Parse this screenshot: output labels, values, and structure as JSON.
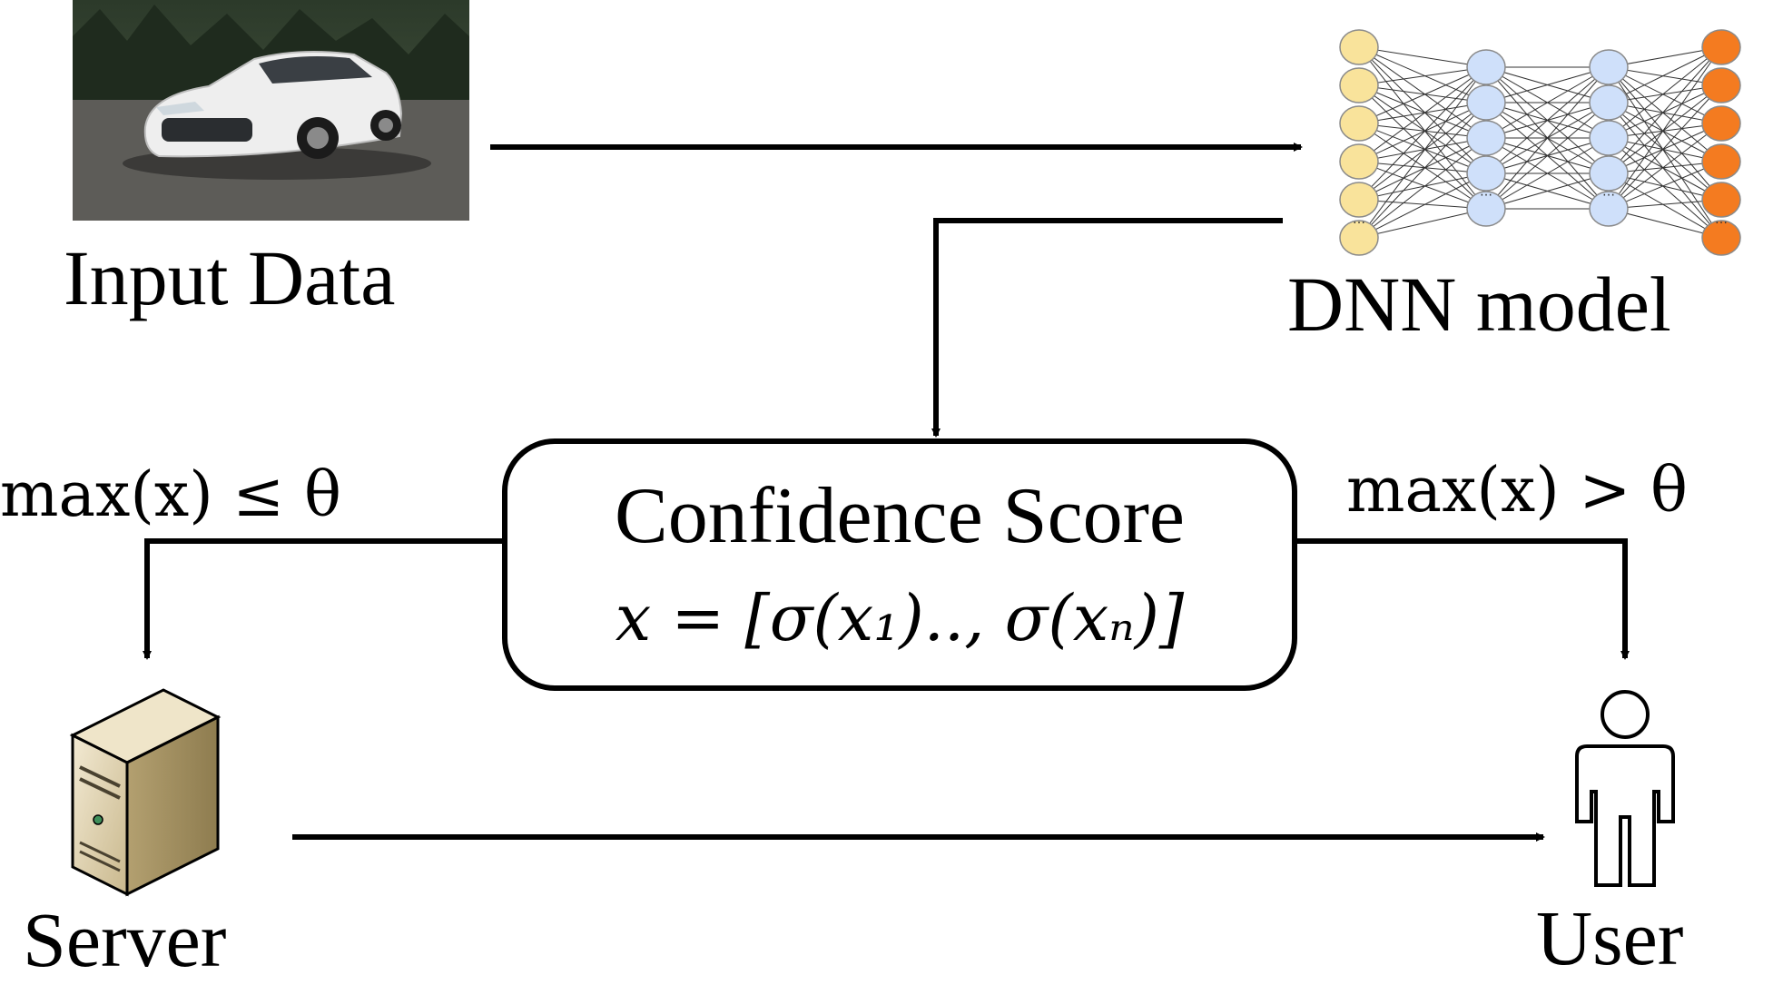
{
  "labels": {
    "input": "Input Data",
    "dnn": "DNN model",
    "server": "Server",
    "user": "User"
  },
  "confidence": {
    "title": "Confidence Score",
    "formula": "x = [σ(x₁).., σ(xₙ)]"
  },
  "conditions": {
    "left": "max(x) ≤ θ",
    "right": "max(x) > θ"
  },
  "network": {
    "layer_sizes": [
      6,
      5,
      5,
      6
    ],
    "layer_colors": [
      "#f9e39b",
      "#cfe0fa",
      "#cfe0fa",
      "#f47b20"
    ],
    "ellipsis": "…"
  }
}
